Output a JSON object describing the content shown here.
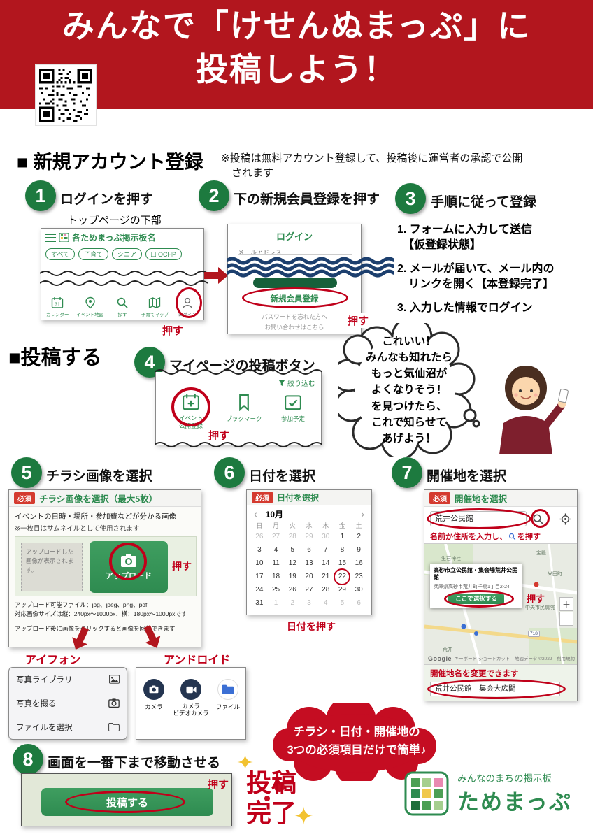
{
  "colors": {
    "banner_red": "#b2161e",
    "step_green": "#1d7a3f",
    "ui_green": "#2e8b50",
    "annotation_red": "#c0001a",
    "required_badge_red": "#d43a2f",
    "cloud_red": "#c50d22",
    "star_yellow": "#f2c230"
  },
  "icons": {
    "sparkle": "✦"
  },
  "header": {
    "title_line1": "みんなで「けせんぬまっぷ」に",
    "title_line2": "投稿しよう！"
  },
  "register_section": {
    "heading": "■ 新規アカウント登録",
    "note": "※投稿は無料アカウント登録して、投稿後に運営者の承認で公開\n　されます"
  },
  "step1": {
    "number": "1",
    "title": "ログインを押す",
    "caption": "トップページの下部",
    "app_name": "各ためまっぷ掲示板名",
    "chips": [
      "すべて",
      "子育て",
      "シニア",
      "OCHP"
    ],
    "nav": [
      "カレンダー",
      "イベント地図",
      "探す",
      "子育てマップ",
      "ログイン"
    ],
    "calendar_icon_day": "31",
    "press": "押す"
  },
  "step2": {
    "number": "2",
    "title": "下の新規会員登録を押す",
    "form_title": "ログイン",
    "email_label": "メールアドレス",
    "register_link": "新規会員登録",
    "forgot_link": "パスワードを忘れた方へ",
    "contact_link": "お問い合わせはこちら",
    "press": "押す"
  },
  "step3": {
    "number": "3",
    "title": "手順に従って登録",
    "items": [
      "1. フォームに入力して送信\n　【仮登録状態】",
      "2. メールが届いて、メール内の\n　リンクを開く【本登録完了】",
      "3. 入力した情報でログイン"
    ]
  },
  "post_section": {
    "heading": "■投稿する"
  },
  "step4": {
    "number": "4",
    "title": "マイページの投稿ボタン",
    "filter_label": "絞り込む",
    "action1": "イベント\n公開登録",
    "action2": "ブックマーク",
    "action3": "参加予定",
    "press": "押す"
  },
  "bubble": {
    "text": "これいい！\nみんなも知れたら\nもっと気仙沼が\nよくなりそう！\nを見つけたら、\nこれで知らせて\nあげよう！"
  },
  "step5": {
    "number": "5",
    "title": "チラシ画像を選択",
    "required": "必須",
    "panel_title": "チラシ画像を選択（最大5枚）",
    "desc1": "イベントの日時・場所・参加費などが分かる画像",
    "desc2": "※一枚目はサムネイルとして使用されます",
    "upload_placeholder": "アップロードした画像が表示されます。",
    "upload_button": "アップロード",
    "press": "押す",
    "note1": "アップロード可能ファイル：jpg、jpeg、png、pdf",
    "note2": "対応画像サイズは縦：240px〜1000px、横：180px〜1000pxです",
    "note3": "アップロード後に画像をクリックすると画像を回転できます"
  },
  "device_menus": {
    "iphone_label": "アイフォン",
    "iphone_items": [
      "写真ライブラリ",
      "写真を撮る",
      "ファイルを選択"
    ],
    "android_label": "アンドロイド",
    "android_items": [
      "カメラ",
      "カメラ\nビデオカメラ",
      "ファイル"
    ]
  },
  "step6": {
    "number": "6",
    "title": "日付を選択",
    "required": "必須",
    "panel_title": "日付を選択",
    "prev": "‹",
    "next": "›",
    "month": "10月",
    "weekdays": [
      "日",
      "月",
      "火",
      "水",
      "木",
      "金",
      "土"
    ],
    "dates": [
      "26",
      "27",
      "28",
      "29",
      "30",
      "1",
      "2",
      "3",
      "4",
      "5",
      "6",
      "7",
      "8",
      "9",
      "10",
      "11",
      "12",
      "13",
      "14",
      "15",
      "16",
      "17",
      "18",
      "19",
      "20",
      "21",
      "22",
      "23",
      "24",
      "25",
      "26",
      "27",
      "28",
      "29",
      "30",
      "31",
      "1",
      "2",
      "3",
      "4",
      "5",
      "6"
    ],
    "press_note": "日付を押す"
  },
  "step7": {
    "number": "7",
    "title": "開催地を選択",
    "required": "必須",
    "panel_title": "開催地を選択",
    "search_value": "荒井公民館",
    "hint_before": "名前か住所を入力し、",
    "hint_after": "を押す",
    "map_labels": [
      "生石神社",
      "宝殿",
      "米田町",
      "中央市民病院",
      "荒井"
    ],
    "route_badge": "718",
    "popup_title": "高砂市立公民館・集会場荒井公民館",
    "popup_address": "兵庫県高砂市荒井町千鳥1丁目2-24",
    "select_button": "ここで選択する",
    "press": "押す",
    "zoom_in": "＋",
    "zoom_out": "－",
    "google": "Google",
    "attribution": "キーボード ショートカット　地図データ ©2022　利用規約",
    "rename_note": "開催地名を変更できます",
    "venue_value": "荒井公民館　集会大広間"
  },
  "cloud": {
    "text": "チラシ・日付・開催地の\n3つの必須項目だけで簡単♪"
  },
  "step8": {
    "number": "8",
    "title": "画面を一番下まで移動させる",
    "submit_button": "投稿する",
    "press": "押す"
  },
  "complete": {
    "text": "投稿\n完了"
  },
  "logo": {
    "tagline": "みんなのまちの掲示板",
    "name": "ためまっぷ"
  }
}
